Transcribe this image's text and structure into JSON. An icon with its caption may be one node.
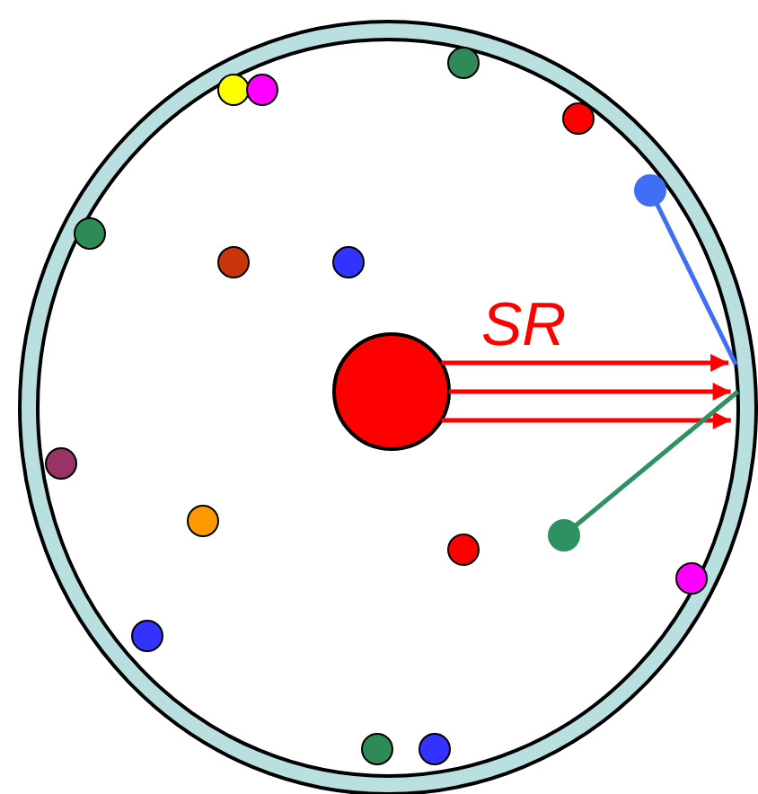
{
  "diagram": {
    "nodes": [
      {
        "text": [],
        "shape": "circle"
      },
      {
        "text": [],
        "shape": "circle",
        "in": 0
      },
      {
        "text": [],
        "shape": "circle",
        "in": 0
      },
      {
        "text": [],
        "shape": "circle",
        "in": 0
      },
      {
        "text": [],
        "shape": "circle",
        "in": 0
      },
      {
        "text": [],
        "shape": "circle",
        "in": 0
      },
      {
        "text": [],
        "shape": "circle",
        "in": 0
      },
      {
        "text": [],
        "shape": "circle",
        "in": 0
      },
      {
        "text": [],
        "shape": "circle",
        "in": 0
      },
      {
        "text": [],
        "shape": "circle",
        "in": 0
      },
      {
        "text": [],
        "shape": "circle",
        "in": 0
      },
      {
        "text": [],
        "shape": "circle",
        "in": 0
      },
      {
        "text": [],
        "shape": "circle",
        "in": 0
      },
      {
        "text": [],
        "shape": "circle",
        "in": 0
      },
      {
        "text": [],
        "shape": "circle",
        "in": 0
      },
      {
        "text": [],
        "shape": "circle",
        "in": 0
      },
      {
        "text": [],
        "shape": "circle",
        "in": 0
      },
      {
        "text": [],
        "shape": "circle",
        "in": 0
      }
    ],
    "edges": [
      {
        "from": 9,
        "to": 0,
        "arrow": "to"
      },
      {
        "from": 9,
        "to": 0,
        "arrow": "to"
      },
      {
        "from": 9,
        "to": 0,
        "arrow": "to"
      },
      {
        "from": 5,
        "to": 0,
        "arrow": "none",
        "color": "#3f6ff5"
      },
      {
        "from": 12,
        "to": 0,
        "arrow": "none",
        "color": "#2e9160"
      }
    ],
    "labels": [
      "SR"
    ]
  }
}
